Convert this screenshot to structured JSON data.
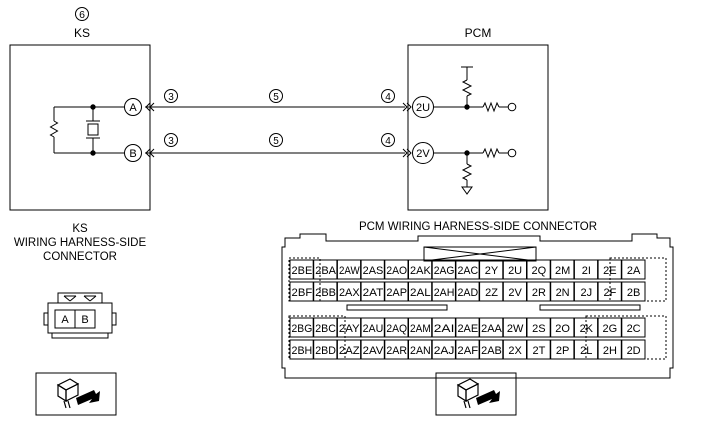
{
  "ks": {
    "ref_number": "6",
    "title": "KS",
    "terminal_a": "A",
    "terminal_b": "B",
    "connector_label_line1": "KS",
    "connector_label_line2": "WIRING HARNESS-SIDE",
    "connector_label_line3": "CONNECTOR",
    "connector_pins": [
      "A",
      "B"
    ]
  },
  "pcm": {
    "title": "PCM",
    "terminal_top": "2U",
    "terminal_bottom": "2V",
    "connector_title": "PCM WIRING HARNESS-SIDE CONNECTOR"
  },
  "wires": {
    "ks_side_ref": "3",
    "mid_ref": "5",
    "pcm_side_ref": "4"
  },
  "pcm_connector": {
    "rows": [
      [
        "2BE",
        "2BA",
        "2AW",
        "2AS",
        "2AO",
        "2AK",
        "2AG",
        "2AC",
        "2Y",
        "2U",
        "2Q",
        "2M",
        "2I",
        "2E",
        "2A"
      ],
      [
        "2BF",
        "2BB",
        "2AX",
        "2AT",
        "2AP",
        "2AL",
        "2AH",
        "2AD",
        "2Z",
        "2V",
        "2R",
        "2N",
        "2J",
        "2F",
        "2B"
      ],
      [
        "2BG",
        "2BC",
        "2AY",
        "2AU",
        "2AQ",
        "2AM",
        "2AI",
        "2AE",
        "2AA",
        "2W",
        "2S",
        "2O",
        "2K",
        "2G",
        "2C"
      ],
      [
        "2BH",
        "2BD",
        "2AZ",
        "2AV",
        "2AR",
        "2AN",
        "2AJ",
        "2AF",
        "2AB",
        "2X",
        "2T",
        "2P",
        "2L",
        "2H",
        "2D"
      ]
    ]
  }
}
